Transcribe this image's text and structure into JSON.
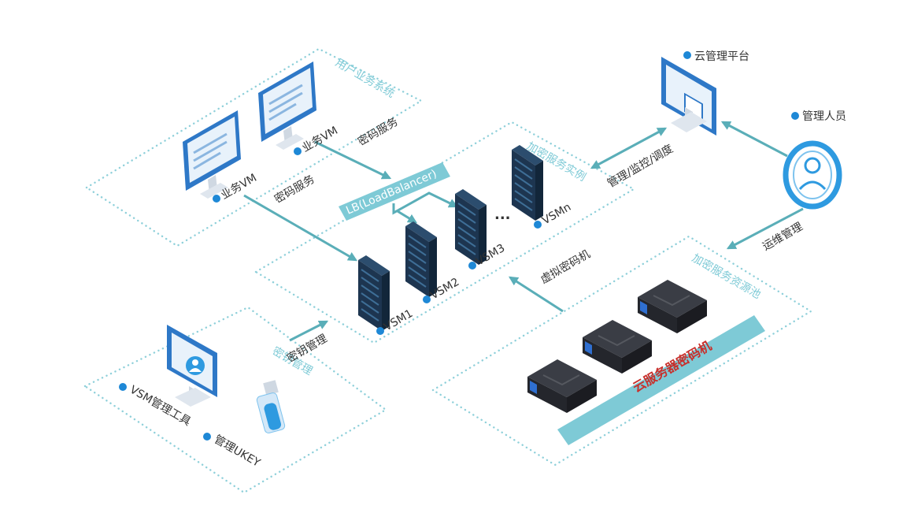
{
  "zones": {
    "user_system": "用户业务系统",
    "crypto_instance": "加密服务实例",
    "key_management": "密钥管理",
    "resource_pool": "加密服务资源池"
  },
  "nodes": {
    "business_vm_1": "业务VM",
    "business_vm_2": "业务VM",
    "cloud_platform": "云管理平台",
    "admin": "管理人员",
    "load_balancer": "LB(LoadBalancer)",
    "vsm1": "VSM1",
    "vsm2": "VSM2",
    "vsm3": "VSM3",
    "vsmn": "VSMn",
    "ellipsis": "...",
    "vsm_tool": "VSM管理工具",
    "ukey": "管理UKEY",
    "cloud_hsm": "云服务器密码机"
  },
  "edges": {
    "crypto_service_1": "密码服务",
    "crypto_service_2": "密码服务",
    "manage_monitor": "管理/监控/调度",
    "ops": "运维管理",
    "virtual_hsm": "虚拟密码机",
    "key_mgmt": "密钥管理"
  },
  "colors": {
    "accent": "#5aaeb8",
    "zone_border": "#8fd0da",
    "bullet": "#1e88d6",
    "server": "#1d3550",
    "monitor": "#2e78c7",
    "highlight_band": "#7ecad6",
    "highlight_text": "#c8302c"
  }
}
